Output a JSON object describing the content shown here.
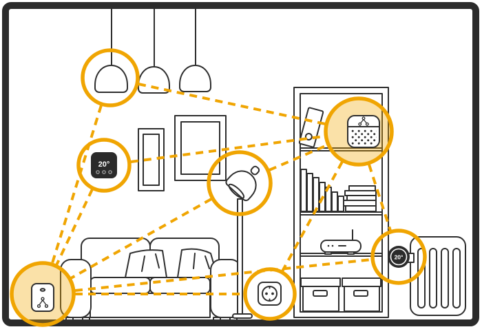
{
  "illustration": {
    "title": "Smart home mesh network in a living room",
    "style": "line-art"
  },
  "colors": {
    "accent": "#F0A502",
    "highlight_fill": "#FBE4AB",
    "line_art": "#2E2E2E",
    "device_dark": "#2B2B2B",
    "background": "#FFFFFF"
  },
  "devices": {
    "pendant_lamp": {
      "name": "Smart pendant lamp",
      "icon": "pendant-lamp-icon",
      "highlighted": false
    },
    "wall_thermostat": {
      "name": "Wall thermostat",
      "icon": "thermostat-display-icon",
      "temperature": "20°",
      "highlighted": false
    },
    "smart_hub": {
      "name": "Smart home hub",
      "icon": "mesh-network-icon",
      "highlighted": true
    },
    "floor_lamp": {
      "name": "Smart floor lamp",
      "icon": "floor-lamp-icon",
      "highlighted": false
    },
    "smart_speaker": {
      "name": "Smart speaker",
      "icon": "mesh-network-icon",
      "highlighted": true
    },
    "smart_plug": {
      "name": "Smart wall outlet",
      "icon": "power-outlet-icon",
      "highlighted": false
    },
    "radiator_valve": {
      "name": "Radiator thermostat valve",
      "icon": "valve-dial-icon",
      "temperature": "20°",
      "highlighted": false
    }
  },
  "connections": [
    {
      "from": "pendant_lamp",
      "to": "smart_speaker"
    },
    {
      "from": "wall_thermostat",
      "to": "smart_speaker"
    },
    {
      "from": "floor_lamp",
      "to": "smart_speaker"
    },
    {
      "from": "pendant_lamp",
      "to": "smart_hub"
    },
    {
      "from": "wall_thermostat",
      "to": "smart_hub"
    },
    {
      "from": "floor_lamp",
      "to": "smart_hub"
    },
    {
      "from": "smart_hub",
      "to": "smart_plug"
    },
    {
      "from": "smart_hub",
      "to": "radiator_valve"
    },
    {
      "from": "smart_speaker",
      "to": "smart_plug"
    },
    {
      "from": "smart_speaker",
      "to": "radiator_valve"
    }
  ]
}
